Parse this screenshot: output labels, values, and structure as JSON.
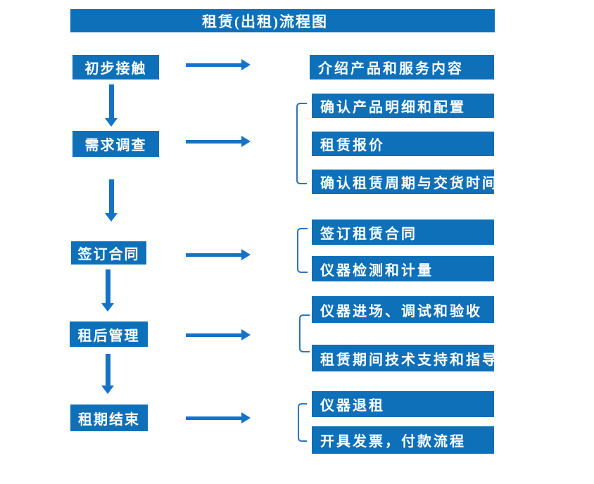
{
  "process": {
    "title": "租赁(出租)流程图",
    "steps": [
      {
        "label": "初步接触",
        "outputs": [
          "介绍产品和服务内容"
        ]
      },
      {
        "label": "需求调查",
        "outputs": [
          "确认产品明细和配置",
          "租赁报价",
          "确认租赁周期与交货时间"
        ]
      },
      {
        "label": "签订合同",
        "outputs": [
          "签订租赁合同",
          "仪器检测和计量"
        ]
      },
      {
        "label": "租后管理",
        "outputs": [
          "仪器进场、调试和验收",
          "租赁期间技术支持和指导"
        ]
      },
      {
        "label": "租期结束",
        "outputs": [
          "仪器退租",
          "开具发票，付款流程"
        ]
      }
    ]
  },
  "colors": {
    "box_blue": "#0e70b8",
    "arrow_blue": "#1573c6",
    "bracket_blue": "#2e75b6",
    "text_white": "#ffffff"
  }
}
